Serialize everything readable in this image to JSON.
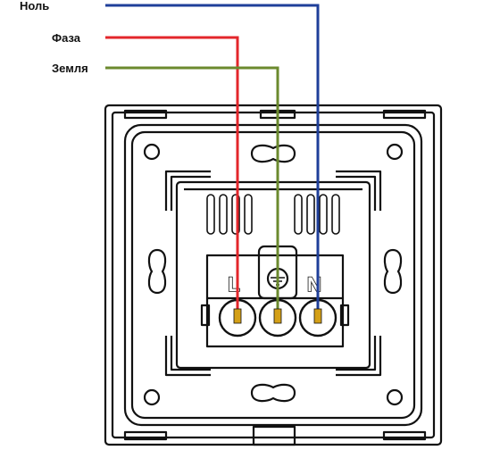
{
  "wires": [
    {
      "id": "neutral",
      "label": "Ноль",
      "color": "#1f3f9a",
      "terminal": "N"
    },
    {
      "id": "phase",
      "label": "Фаза",
      "color": "#e3262b",
      "terminal": "L"
    },
    {
      "id": "earth",
      "label": "Земля",
      "color": "#6b8a2e",
      "terminal": "earth"
    }
  ],
  "terminals": {
    "phase_letter": "L",
    "neutral_letter": "N",
    "earth_symbol": "earth-ground-icon"
  },
  "colors": {
    "outline": "#111111",
    "screw": "#d4a017",
    "background": "#ffffff"
  }
}
